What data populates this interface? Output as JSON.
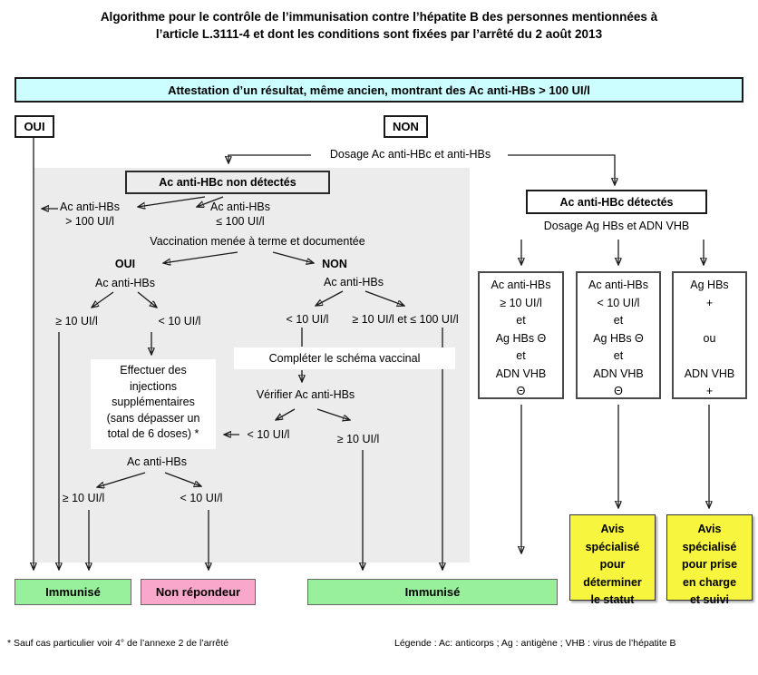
{
  "title": "Algorithme pour le contrôle de l’immunisation contre l’hépatite B des personnes mentionnées à\nl’article L.3111-4 et dont les conditions sont fixées par l’arrêté du 2 août 2013",
  "banner": "Attestation d’un résultat, même ancien, montrant des Ac anti-HBs > 100 UI/l",
  "decision": {
    "oui": "OUI",
    "non": "NON"
  },
  "left_flow": {
    "dosage": "Dosage Ac anti-HBc et anti-HBs",
    "hbc_non_detectes": "Ac anti-HBc non détectés",
    "hbs_gt_100": "Ac anti-HBs\n> 100 UI/l",
    "hbs_le_100": "Ac anti-HBs\n≤ 100 UI/l",
    "vaccination": "Vaccination menée à terme et documentée",
    "oui": "OUI",
    "non": "NON",
    "ac_anti_hbs": "Ac anti-HBs",
    "ge_10": "≥ 10 UI/l",
    "lt_10": "< 10 UI/l",
    "injections": "Effectuer des\ninjections\nsupplémentaires\n(sans dépasser un\ntotal de 6 doses) *",
    "ge_10_le_100": "≥ 10 UI/l et ≤ 100 UI/l",
    "completer": "Compléter le schéma vaccinal",
    "verifier": "Vérifier Ac anti-HBs"
  },
  "right_flow": {
    "hbc_detectes": "Ac anti-HBc détectés",
    "dosage_ag": "Dosage Ag HBs et ADN VHB",
    "box_immunise": "Ac anti-HBs\n≥ 10 UI/l\net\nAg HBs Θ\net\nADN VHB\nΘ",
    "box_statut": "Ac anti-HBs\n< 10 UI/l\net\nAg HBs Θ\net\nADN VHB\nΘ",
    "box_positif": "Ag HBs\n+\n\nou\n\nADN VHB\n+"
  },
  "outcomes": {
    "immunise1": "Immunisé",
    "non_repondeur": "Non répondeur",
    "immunise2": "Immunisé",
    "avis_statut": "Avis\nspécialisé\npour\ndéterminer\nle statut",
    "avis_suivi": "Avis\nspécialisé\npour prise\nen charge\net suivi"
  },
  "footer": {
    "footnote": "* Sauf cas particulier voir 4° de l’annexe 2 de l’arrêté",
    "legend": "Légende : Ac: anticorps ; Ag : antigène ; VHB : virus de l’hépatite B"
  },
  "colors": {
    "banner_bg": "#ccfeff",
    "green": "#99f09c",
    "pink": "#f9a8cb",
    "yellow": "#f8f53e",
    "gray_region": "#ececec"
  }
}
